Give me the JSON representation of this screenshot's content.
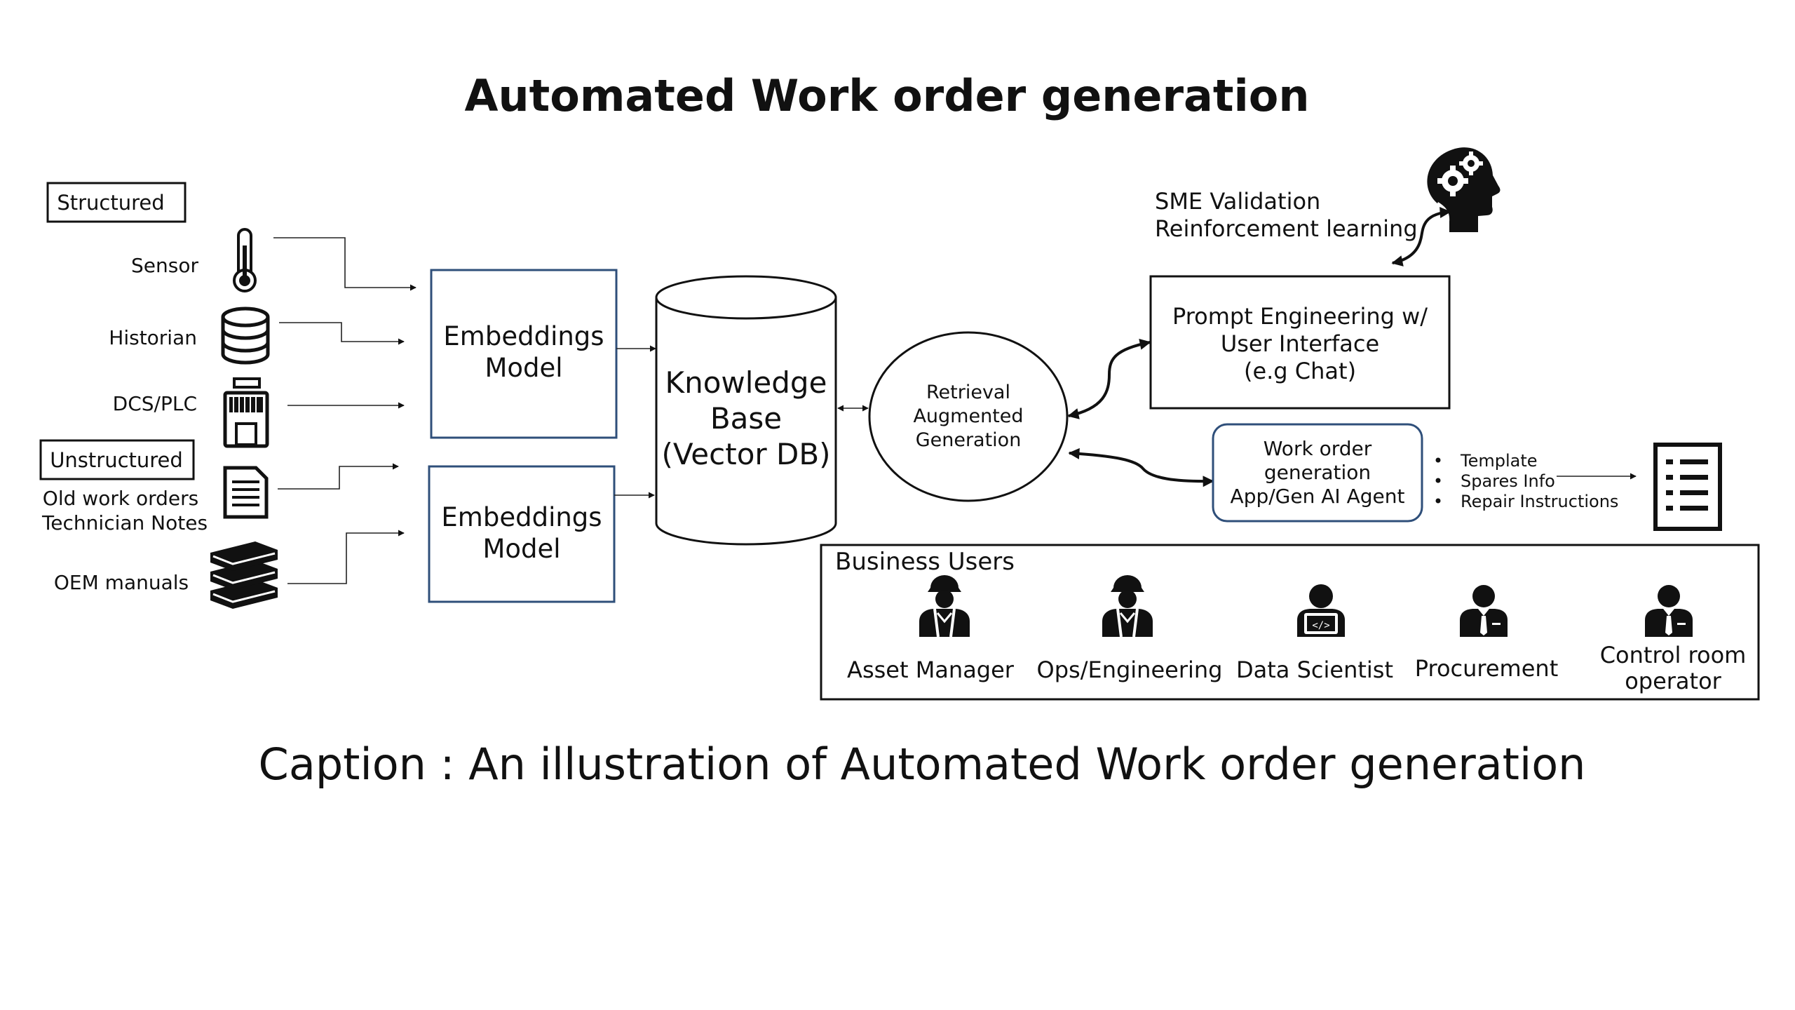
{
  "title": "Automated Work order generation",
  "caption": "Caption : An illustration of Automated Work order generation",
  "sources": {
    "structured_label": "Structured",
    "unstructured_label": "Unstructured",
    "sensor": "Sensor",
    "historian": "Historian",
    "dcs_plc": "DCS/PLC",
    "old_work_orders": "Old work orders",
    "technician_notes": "Technician Notes",
    "oem_manuals": "OEM manuals"
  },
  "embeddings_top": [
    "Embeddings",
    "Model"
  ],
  "embeddings_bottom": [
    "Embeddings",
    "Model"
  ],
  "knowledge_base": [
    "Knowledge",
    "Base",
    "(Vector DB)"
  ],
  "rag": [
    "Retrieval",
    "Augmented",
    "Generation"
  ],
  "sme": [
    "SME Validation",
    "Reinforcement learning"
  ],
  "prompt_box": [
    "Prompt Engineering w/",
    "User Interface",
    "(e.g Chat)"
  ],
  "agent_box": [
    "Work order",
    "generation",
    "App/Gen AI Agent"
  ],
  "outputs": [
    "Template",
    "Spares Info",
    "Repair Instructions"
  ],
  "business_users": {
    "title": "Business Users",
    "users": [
      {
        "label": "Asset Manager",
        "icon": "worker-helmet-icon"
      },
      {
        "label": "Ops/Engineering",
        "icon": "worker-helmet-icon"
      },
      {
        "label": "Data Scientist",
        "icon": "developer-laptop-icon"
      },
      {
        "label": "Procurement",
        "icon": "businessperson-icon"
      },
      {
        "label": [
          "Control room",
          "operator"
        ],
        "icon": "businessperson-icon"
      }
    ]
  }
}
